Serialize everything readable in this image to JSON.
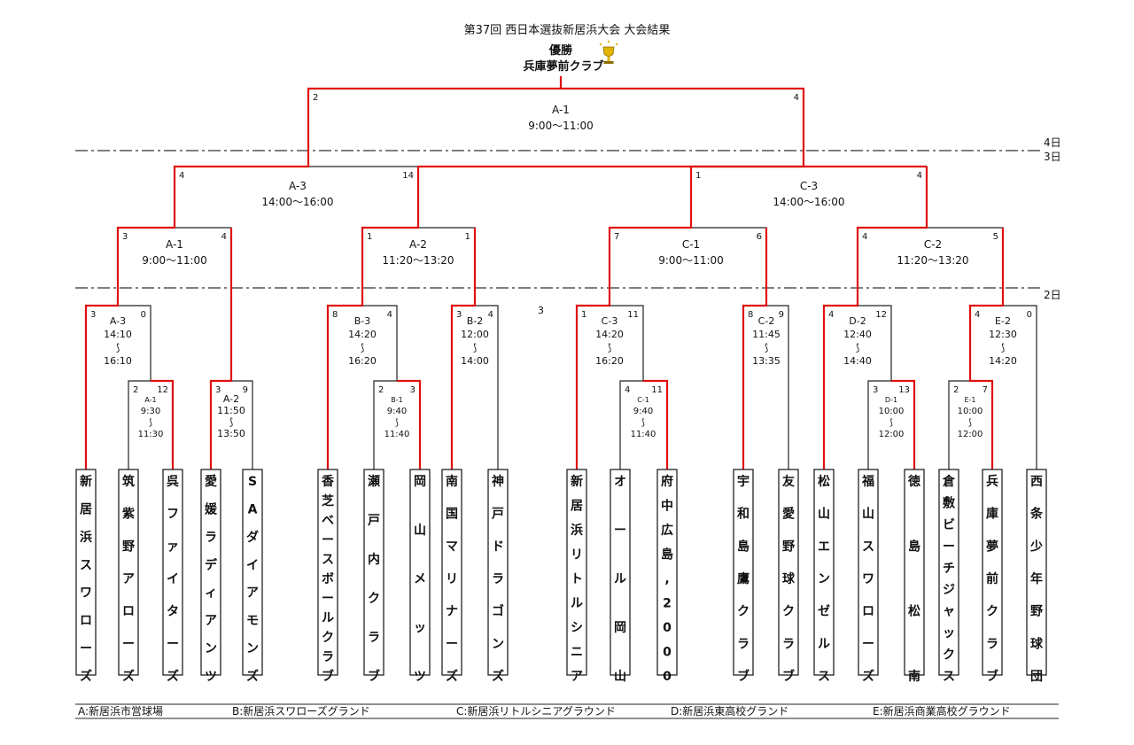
{
  "header": {
    "title": "第37回 西日本選抜新居浜大会 大会結果",
    "champion_label": "優勝",
    "champion_team": "兵庫夢前クラブ"
  },
  "day_markers": [
    "4日",
    "3日",
    "2日"
  ],
  "teams": [
    "新居浜スワローズ",
    "筑紫野アローズ",
    "呉ファイターズ",
    "愛媛ラディアンツ",
    "SAダイアモンズ",
    "香芝ベースボールクラブ",
    "瀬戸内クラブ",
    "岡山メッツ",
    "南国マリナーズ",
    "神戸ドラゴンズ",
    "新居浜リトルシニア",
    "オール岡山",
    "府中広島,2000",
    "宇和島鷹クラブ",
    "友愛野球クラブ",
    "松山エンゼルス",
    "福山スワローズ",
    "徳島松南",
    "倉敷ビーチジャックス",
    "兵庫夢前クラブ",
    "西条少年野球団"
  ],
  "matches": [
    {
      "id": "A-1",
      "time": "9:30〜11:30",
      "s1": "2",
      "s2": "12"
    },
    {
      "id": "A-2",
      "time": "11:50〜13:50",
      "s1": "3",
      "s2": "9"
    },
    {
      "id": "A-3",
      "time": "14:10〜16:10",
      "s1": "3",
      "s2": "0"
    },
    {
      "id": "B-1",
      "time": "9:40〜11:40",
      "s1": "2",
      "s2": "3"
    },
    {
      "id": "B-3",
      "time": "14:20〜16:20",
      "s1": "8",
      "s2": "4"
    },
    {
      "id": "B-2",
      "time": "12:00〜14:00",
      "s1": "3",
      "s2": "4"
    },
    {
      "id": "C-1",
      "time": "9:40〜11:40",
      "s1": "4",
      "s2": "11"
    },
    {
      "id": "C-3",
      "time": "14:20〜16:20",
      "s1": "1",
      "s2": "11"
    },
    {
      "id": "C-2",
      "time": "11:45〜13:35",
      "s1": "8",
      "s2": "9"
    },
    {
      "id": "D-1",
      "time": "10:00〜12:00",
      "s1": "3",
      "s2": "13"
    },
    {
      "id": "D-2",
      "time": "12:40〜14:40",
      "s1": "4",
      "s2": "12"
    },
    {
      "id": "E-1",
      "time": "10:00〜12:00",
      "s1": "2",
      "s2": "7"
    },
    {
      "id": "E-2",
      "time": "12:30〜14:20",
      "s1": "4",
      "s2": "0"
    },
    {
      "id": "A-1",
      "time": "9:00〜11:00",
      "s1": "3",
      "s2": "4"
    },
    {
      "id": "A-2",
      "time": "11:20〜13:20",
      "s1": "1",
      "s2": "1"
    },
    {
      "id": "C-1",
      "time": "9:00〜11:00",
      "s1": "7",
      "s2": "6"
    },
    {
      "id": "C-2",
      "time": "11:20〜13:20",
      "s1": "4",
      "s2": "5"
    },
    {
      "id": "A-3",
      "time": "14:00〜16:00",
      "s1": "4",
      "s2": "14"
    },
    {
      "id": "C-3",
      "time": "14:00〜16:00",
      "s1": "1",
      "s2": "4"
    },
    {
      "id": "A-1",
      "time": "9:00〜11:00",
      "s1": "2",
      "s2": "4"
    }
  ],
  "stray_label": "3",
  "legend": [
    "A:新居浜市営球場",
    "B:新居浜スワローズグランド",
    "C:新居浜リトルシニアグラウンド",
    "D:新居浜東高校グランド",
    "E:新居浜商業高校グラウンド"
  ],
  "colors": {
    "line": "#222222",
    "winner": "#e01010",
    "trophy": "#e0b400"
  }
}
